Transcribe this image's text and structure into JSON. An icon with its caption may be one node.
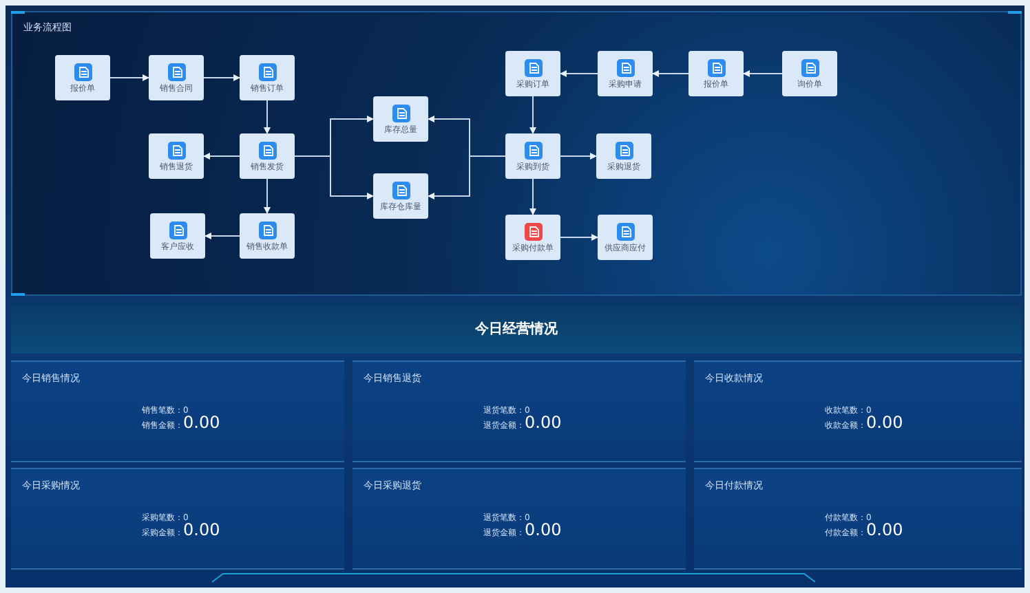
{
  "diagram": {
    "nodes": [
      {
        "text": [
          "业务流程图"
        ]
      },
      {
        "text": [
          "报价单"
        ],
        "in": 0
      },
      {
        "text": [
          "销售合同"
        ],
        "in": 0
      },
      {
        "text": [
          "销售订单"
        ],
        "in": 0
      },
      {
        "text": [
          "销售退货"
        ],
        "in": 0
      },
      {
        "text": [
          "销售发货"
        ],
        "in": 0
      },
      {
        "text": [
          "客户应收"
        ],
        "in": 0
      },
      {
        "text": [
          "销售收款单"
        ],
        "in": 0
      },
      {
        "text": [
          "库存总量"
        ],
        "in": 0
      },
      {
        "text": [
          "库存仓库量"
        ],
        "in": 0
      },
      {
        "text": [
          "采购订单"
        ],
        "in": 0
      },
      {
        "text": [
          "采购申请"
        ],
        "in": 0
      },
      {
        "text": [
          "报价单"
        ],
        "in": 0
      },
      {
        "text": [
          "询价单"
        ],
        "in": 0
      },
      {
        "text": [
          "采购到货"
        ],
        "in": 0
      },
      {
        "text": [
          "采购退货"
        ],
        "in": 0
      },
      {
        "text": [
          "采购付款单"
        ],
        "in": 0
      },
      {
        "text": [
          "供应商应付"
        ],
        "in": 0
      },
      {
        "text": [
          "今日经营情况"
        ]
      },
      {
        "text": [
          "今日销售情况",
          "销售笔数：",
          "0",
          "销售金额：",
          "0.00"
        ]
      },
      {
        "text": [
          "今日销售退货",
          "退货笔数：",
          "0",
          "退货金额：",
          "0.00"
        ]
      },
      {
        "text": [
          "今日收款情况",
          "收款笔数：",
          "0",
          "收款金额：",
          "0.00"
        ]
      },
      {
        "text": [
          "今日采购情况",
          "采购笔数：",
          "0",
          "采购金额：",
          "0.00"
        ]
      },
      {
        "text": [
          "今日采购退货",
          "退货笔数：",
          "0",
          "退货金额：",
          "0.00"
        ]
      },
      {
        "text": [
          "今日付款情况",
          "付款笔数：",
          "0",
          "付款金额：",
          "0.00"
        ]
      }
    ],
    "edges": [
      {
        "from": 1,
        "to": 2,
        "arrow": "to"
      },
      {
        "from": 2,
        "to": 3,
        "arrow": "to"
      },
      {
        "from": 3,
        "to": 5,
        "arrow": "to"
      },
      {
        "from": 5,
        "to": 4,
        "arrow": "to"
      },
      {
        "from": 5,
        "to": 7,
        "arrow": "to"
      },
      {
        "from": 7,
        "to": 6,
        "arrow": "to"
      },
      {
        "from": 5,
        "to": 8,
        "arrow": "to"
      },
      {
        "from": 5,
        "to": 9,
        "arrow": "to"
      },
      {
        "from": 13,
        "to": 12,
        "arrow": "to"
      },
      {
        "from": 12,
        "to": 11,
        "arrow": "to"
      },
      {
        "from": 11,
        "to": 10,
        "arrow": "to"
      },
      {
        "from": 10,
        "to": 14,
        "arrow": "to"
      },
      {
        "from": 14,
        "to": 8,
        "arrow": "to"
      },
      {
        "from": 14,
        "to": 9,
        "arrow": "to"
      },
      {
        "from": 14,
        "to": 15,
        "arrow": "to"
      },
      {
        "from": 14,
        "to": 16,
        "arrow": "to"
      },
      {
        "from": 16,
        "to": 17,
        "arrow": "to"
      }
    ]
  }
}
